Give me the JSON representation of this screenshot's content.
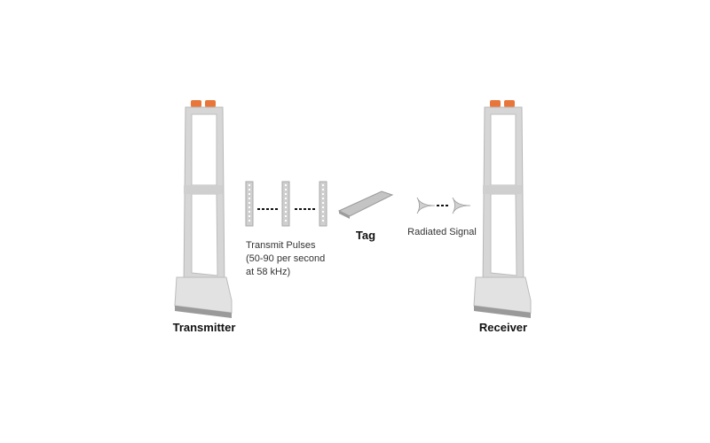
{
  "diagram": {
    "transmitter_label": "Transmitter",
    "receiver_label": "Receiver",
    "pulses_label_lines": [
      "Transmit Pulses",
      "(50-90 per second",
      "at 58 kHz)"
    ],
    "tag_label": "Tag",
    "signal_label": "Radiated Signal"
  },
  "colors": {
    "gate": "#d9d9d9",
    "gate_edge": "#b5b5b5",
    "cap": "#e8763a",
    "text": "#222222"
  }
}
